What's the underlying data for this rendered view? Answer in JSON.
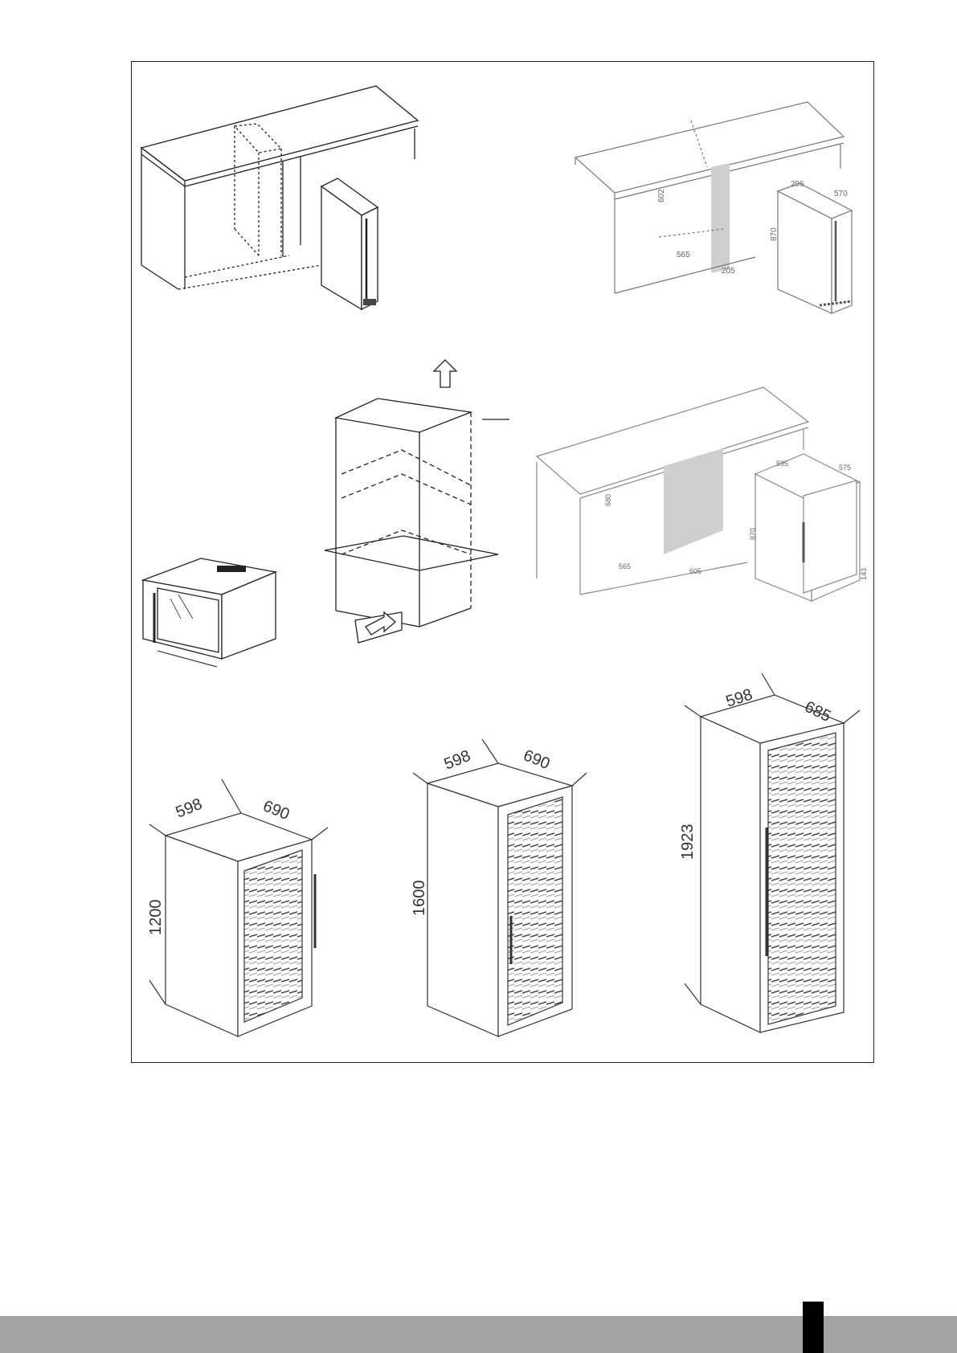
{
  "diagrams": [
    {
      "id": "fig1",
      "labels": []
    },
    {
      "id": "fig2",
      "labels": [
        "602",
        "296",
        "570",
        "870",
        "205",
        "565"
      ]
    },
    {
      "id": "fig3",
      "labels": []
    },
    {
      "id": "fig4",
      "labels": []
    },
    {
      "id": "fig5",
      "labels": [
        "680",
        "595",
        "575",
        "870",
        "565",
        "605",
        "143"
      ]
    },
    {
      "id": "fig6",
      "labels": [
        "598",
        "690",
        "1200"
      ]
    },
    {
      "id": "fig7",
      "labels": [
        "598",
        "690",
        "1600"
      ]
    },
    {
      "id": "fig8",
      "labels": [
        "598",
        "685",
        "1923"
      ]
    }
  ],
  "colors": {
    "line": "#222222",
    "light_line": "#777777",
    "shade": "#cfcfcf",
    "footer": "#a3a3a3",
    "tab": "#000000"
  }
}
